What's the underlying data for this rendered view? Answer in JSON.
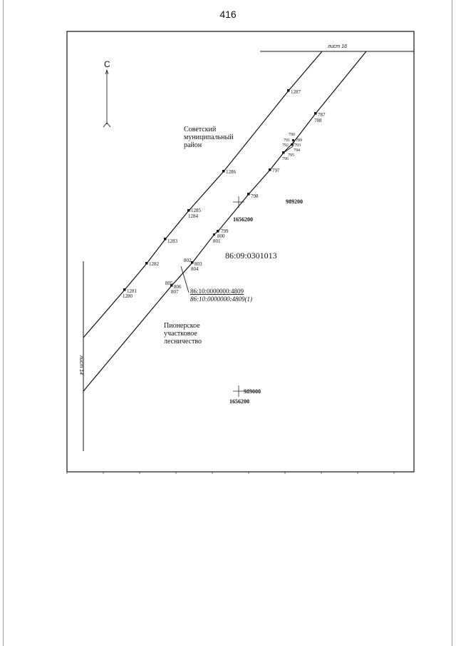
{
  "page": {
    "number": "416"
  },
  "map": {
    "north_label": "С",
    "sheet_top": "лист 16",
    "sheet_left": "лист 14",
    "regions": {
      "sovetsky": [
        "Советский",
        "муниципальный",
        "район"
      ],
      "pionersky": [
        "Пионерское",
        "участковое",
        "лесничество"
      ]
    },
    "parcel": "86:09:0301013",
    "refs": {
      "ref1": "86:10:0000000:4809",
      "ref2": "86:10:0000000:4809(1)"
    },
    "grid_marks": [
      {
        "label_x": "1656200",
        "label_y": "989200"
      },
      {
        "label_x": "1656200",
        "label_y": "989000"
      }
    ],
    "points": {
      "p1287": "1287",
      "p787": "787",
      "p788": "788",
      "p790": "790",
      "p789": "789",
      "p791": "791",
      "p792": "792",
      "p793": "793",
      "p794": "794",
      "p795": "795",
      "p796": "796",
      "p797": "797",
      "p798": "798",
      "p1286": "1286",
      "p1285": "1285",
      "p1284": "1284",
      "p1283": "1283",
      "p799": "799",
      "p800": "800",
      "p801": "801",
      "p802": "802",
      "p803": "803",
      "p804": "804",
      "p805": "805",
      "p806": "806",
      "p807": "807",
      "p1282": "1282",
      "p1281": "1281",
      "p1280": "1280"
    }
  }
}
